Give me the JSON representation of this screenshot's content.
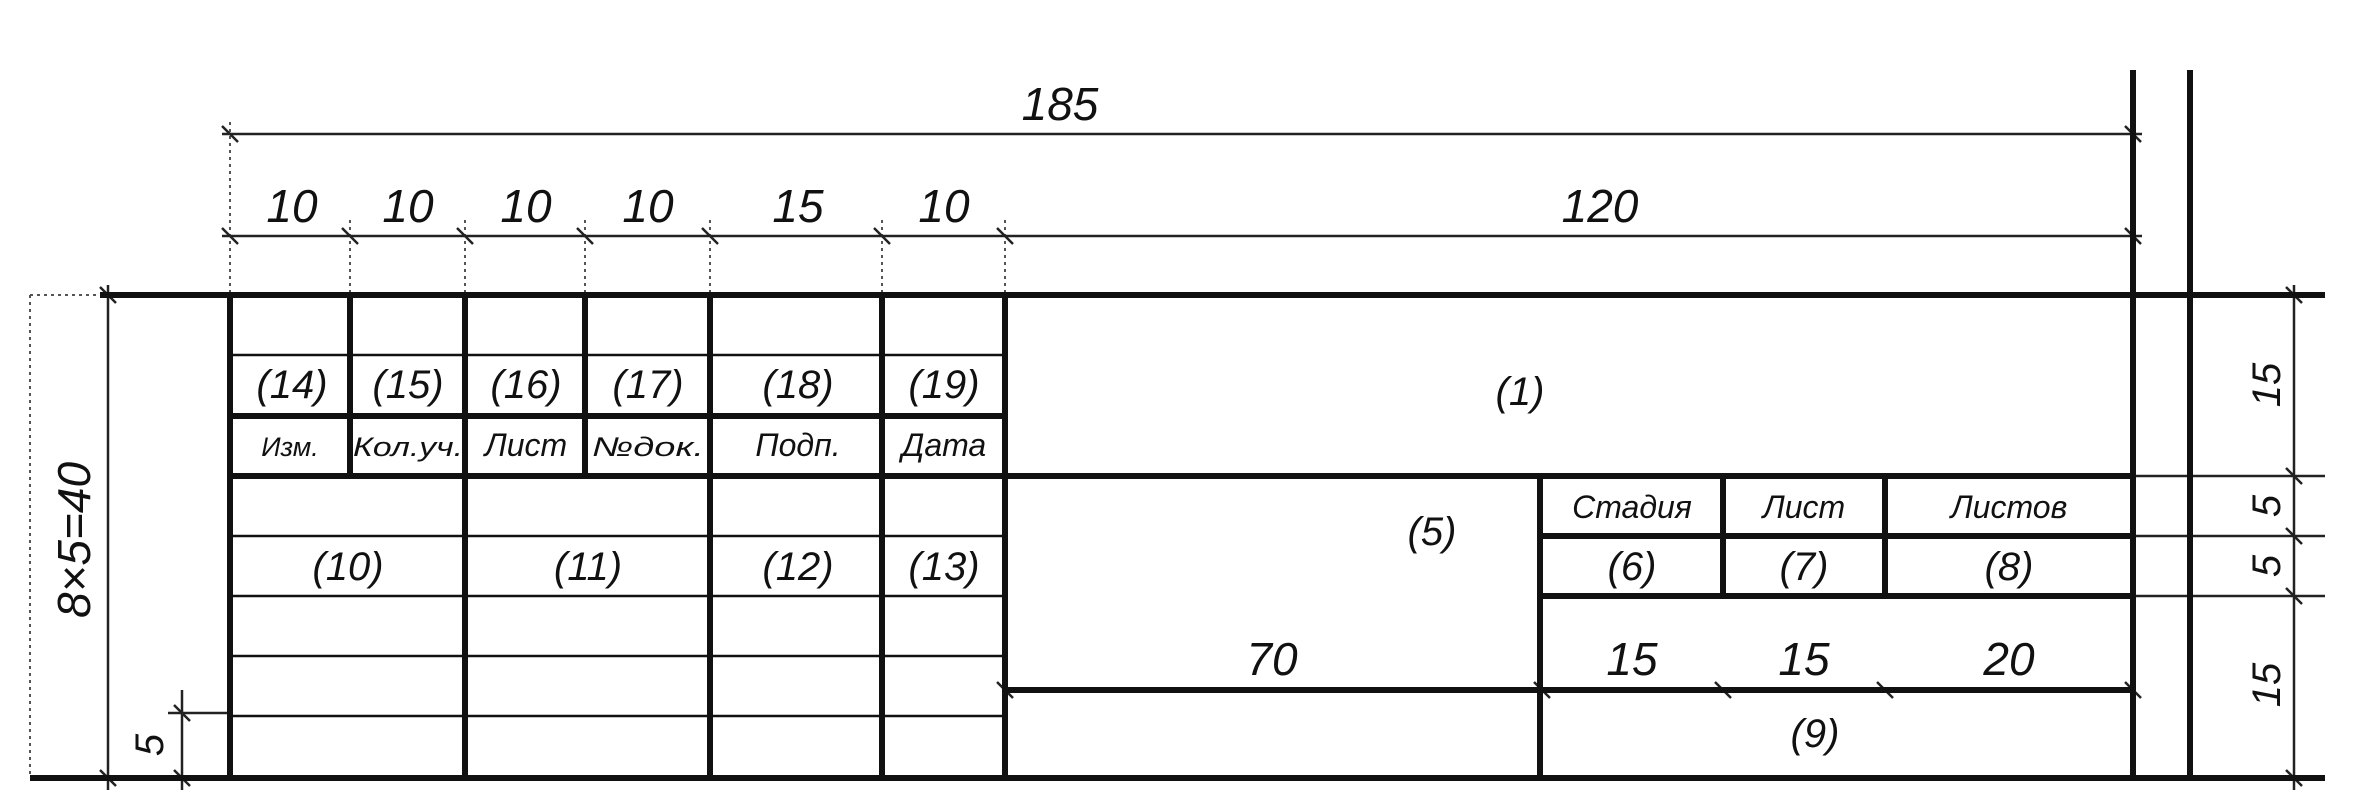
{
  "dimensions": {
    "total_width": "185",
    "col_widths": [
      "10",
      "10",
      "10",
      "10",
      "15",
      "10",
      "120"
    ],
    "total_height": "8×5=40",
    "row5": "5",
    "right_heights": [
      "15",
      "5",
      "5",
      "15"
    ],
    "mid_widths": [
      "70",
      "15",
      "15",
      "20"
    ]
  },
  "stamp": {
    "field_numbers_top": [
      "(14)",
      "(15)",
      "(16)",
      "(17)",
      "(18)",
      "(19)"
    ],
    "header_labels": [
      "Изм.",
      "Кол.уч.",
      "Лист",
      "№док.",
      "Подп.",
      "Дата"
    ],
    "field_numbers_bottom": [
      "(10)",
      "(11)",
      "(12)",
      "(13)"
    ],
    "field_1": "(1)",
    "field_5": "(5)",
    "stage_headers": [
      "Стадия",
      "Лист",
      "Листов"
    ],
    "stage_numbers": [
      "(6)",
      "(7)",
      "(8)"
    ],
    "field_9": "(9)"
  }
}
